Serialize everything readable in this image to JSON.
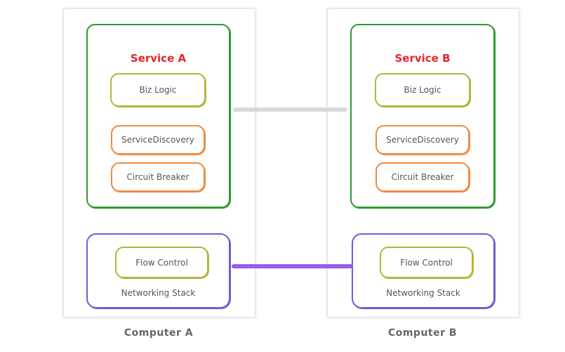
{
  "computer_a": {
    "label": "Computer A",
    "service": {
      "title": "Service A",
      "components": [
        "Biz Logic",
        "ServiceDiscovery",
        "Circuit Breaker"
      ]
    },
    "networking": {
      "label": "Networking Stack",
      "component": "Flow Control"
    }
  },
  "computer_b": {
    "label": "Computer B",
    "service": {
      "title": "Service B",
      "components": [
        "Biz Logic",
        "ServiceDiscovery",
        "Circuit Breaker"
      ]
    },
    "networking": {
      "label": "Networking Stack",
      "component": "Flow Control"
    }
  },
  "colors": {
    "service_border": "#2e9a2e",
    "service_title": "#e3262d",
    "biz_logic_border": "#b6b43a",
    "component_border": "#f08a3e",
    "networking_border": "#6a5fd0",
    "service_link": "#d9d9d9",
    "network_link": "#9b5de5"
  }
}
